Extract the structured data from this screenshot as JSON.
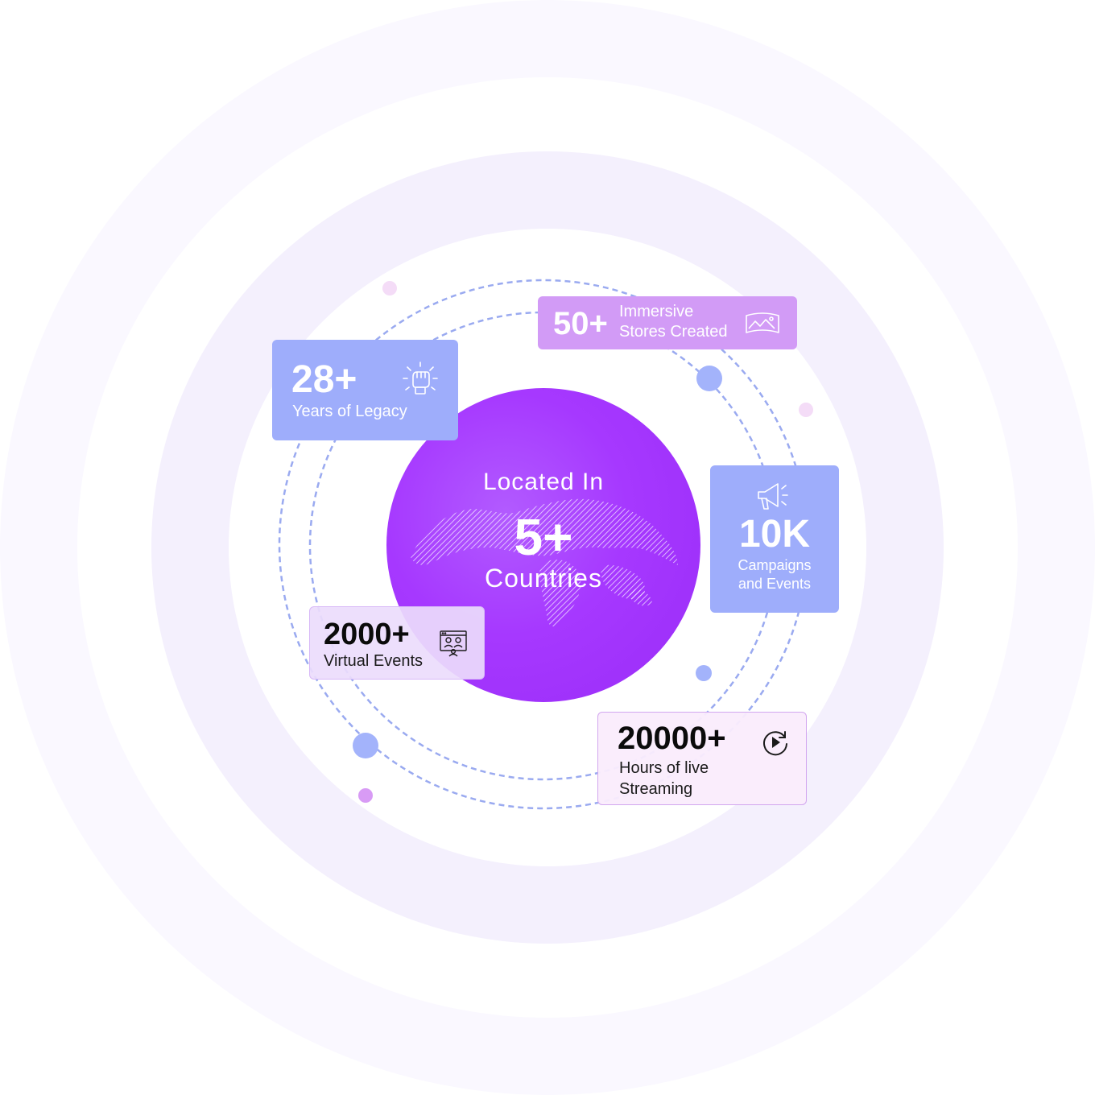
{
  "globe": {
    "top_label": "Located In",
    "number": "5+",
    "bottom_label": "Countries"
  },
  "stats": {
    "legacy": {
      "number": "28+",
      "label": "Years of Legacy",
      "icon": "fist-icon"
    },
    "stores": {
      "number": "50+",
      "label_line1": "Immersive",
      "label_line2": "Stores Created",
      "icon": "panorama-icon"
    },
    "campaigns": {
      "number": "10K",
      "label_line1": "Campaigns",
      "label_line2": "and Events",
      "icon": "megaphone-icon"
    },
    "virtual": {
      "number": "2000+",
      "label": "Virtual Events",
      "icon": "video-conference-icon"
    },
    "streaming": {
      "number": "20000+",
      "label_line1": "Hours of live",
      "label_line2": "Streaming",
      "icon": "play-replay-icon"
    }
  },
  "colors": {
    "globe_purple": "#a638ff",
    "card_blue": "#9eadfb",
    "card_violet": "#d29bf6",
    "orbit_dash": "#9aaaf0"
  }
}
